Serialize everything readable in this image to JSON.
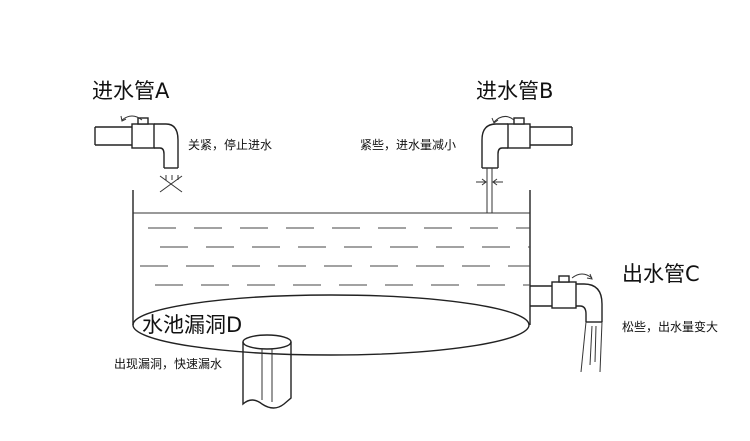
{
  "pipes": {
    "a": {
      "name": "进水管A",
      "note": "关紧，停止进水"
    },
    "b": {
      "name": "进水管B",
      "note": "紧些，进水量减小"
    },
    "c": {
      "name": "出水管C",
      "note": "松些，出水量变大"
    }
  },
  "hole": {
    "name": "水池漏洞D",
    "note": "出现漏洞，快速漏水"
  }
}
